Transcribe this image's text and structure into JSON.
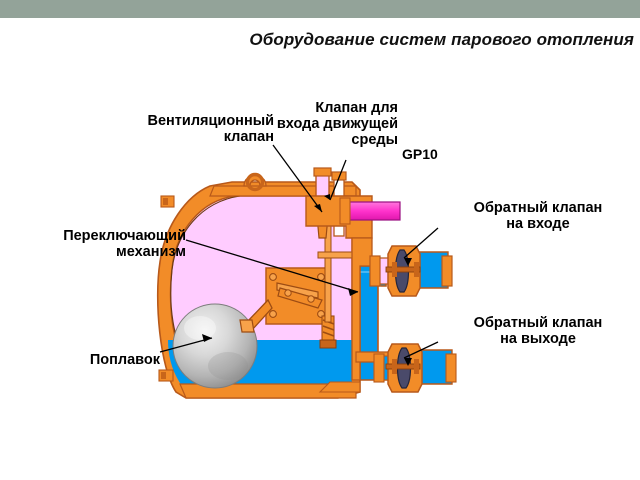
{
  "slide": {
    "title": "Оборудование систем парового отопления",
    "header_band_color": "#93a399",
    "background_color": "#ffffff"
  },
  "callouts": [
    {
      "id": "vent-valve",
      "text": "Вентиляционный\nклапан",
      "align": "right"
    },
    {
      "id": "inlet-valve",
      "text": "Клапан для\nвхода движущей\nсреды",
      "align": "right"
    },
    {
      "id": "gp10",
      "text": "GP10",
      "align": "left"
    },
    {
      "id": "switch-mech",
      "text": "Переключающий\nмеханизм",
      "align": "right"
    },
    {
      "id": "float",
      "text": "Поплавок",
      "align": "right"
    },
    {
      "id": "check-valve-in",
      "text": "Обратный клапан\nна входе",
      "align": "center"
    },
    {
      "id": "check-valve-out",
      "text": "Обратный клапан\nна выходе",
      "align": "center"
    }
  ],
  "diagram": {
    "name": "Паровой конденсатоотводчик с поплавком (разрез)",
    "colors": {
      "body_orange": "#F28C28",
      "body_orange_dark": "#C8651A",
      "steam_pink": "#FFCCFF",
      "water_blue": "#0099EE",
      "water_blue_dark": "#0077C0",
      "float_silver": "#C8C8C8",
      "magenta_pipe": "#FF44CC",
      "valve_disc": "#4A4A6A",
      "leader_line": "#000000"
    },
    "parts": [
      "корпус",
      "паровая камера",
      "конденсат",
      "шаровой поплавок",
      "подъёмное кольцо",
      "переключающий механизм",
      "шток клапана",
      "впускной патрубок",
      "обратный клапан на входе",
      "обратный клапан на выходе",
      "выпускной канал"
    ]
  }
}
